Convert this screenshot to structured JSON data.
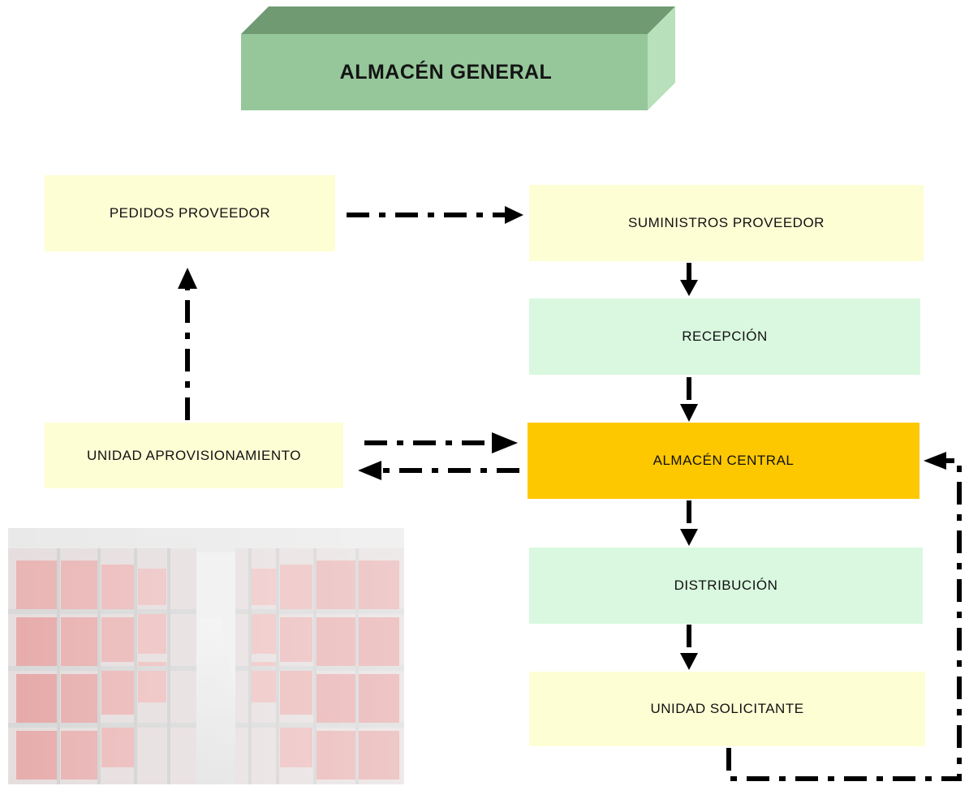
{
  "title": "ALMACÉN GENERAL",
  "nodes": {
    "pedidos_proveedor": "PEDIDOS PROVEEDOR",
    "suministros_proveedor": "SUMINISTROS PROVEEDOR",
    "recepcion": "RECEPCIÓN",
    "almacen_central": "ALMACÉN CENTRAL",
    "unidad_aprovisionamiento": "UNIDAD APROVISIONAMIENTO",
    "distribucion": "DISTRIBUCIÓN",
    "unidad_solicitante": "UNIDAD SOLICITANTE"
  },
  "colors": {
    "title_front": "#96c79a",
    "title_top": "#6f9a72",
    "title_side": "#b8e0ba",
    "light_yellow": "#fefed5",
    "light_green": "#d9f8df",
    "highlight_orange": "#fec800",
    "arrow": "#000000"
  },
  "image": "warehouse-shelves-photo"
}
